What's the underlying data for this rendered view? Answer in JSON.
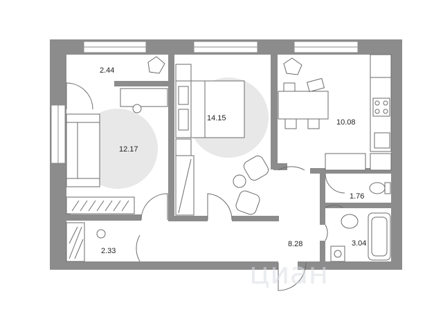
{
  "plan": {
    "wall_color": "#8c8c8c",
    "fixture_color": "#6a6a6a",
    "rug_color": "#e8e8e8",
    "rooms": [
      {
        "id": "closet-top",
        "area": "2.44"
      },
      {
        "id": "living-room",
        "area": "12.17"
      },
      {
        "id": "bedroom",
        "area": "14.15"
      },
      {
        "id": "kitchen",
        "area": "10.08"
      },
      {
        "id": "toilet",
        "area": "1.76"
      },
      {
        "id": "bathroom",
        "area": "3.04"
      },
      {
        "id": "hallway",
        "area": "8.28"
      },
      {
        "id": "storage",
        "area": "2.33"
      }
    ]
  },
  "watermark": {
    "text": "циан"
  }
}
